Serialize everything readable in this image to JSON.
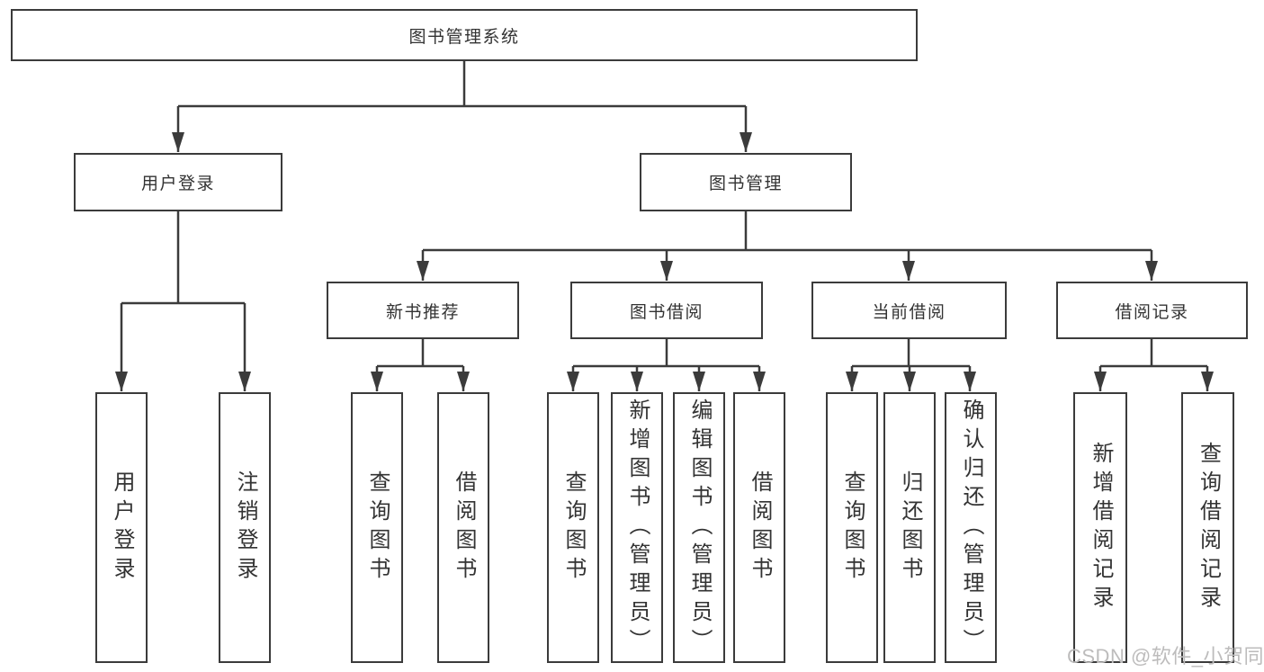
{
  "diagram": {
    "root": "图书管理系统",
    "tree": {
      "user_login": {
        "label": "用户登录",
        "children": {
          "login": "用户登录",
          "logout": "注销登录"
        }
      },
      "book_mgmt": {
        "label": "图书管理",
        "children": {
          "new_book_rec": {
            "label": "新书推荐",
            "children": {
              "query_book": "查询图书",
              "borrow_book": "借阅图书"
            }
          },
          "book_borrow": {
            "label": "图书借阅",
            "children": {
              "query_book": "查询图书",
              "add_book": "新增图书（管理员）",
              "edit_book": "编辑图书（管理员）",
              "borrow_book": "借阅图书"
            }
          },
          "current_borrow": {
            "label": "当前借阅",
            "children": {
              "query_book": "查询图书",
              "return_book": "归还图书",
              "confirm_return": "确认归还（管理员）"
            }
          },
          "borrow_records": {
            "label": "借阅记录",
            "children": {
              "add_record": "新增借阅记录",
              "query_record": "查询借阅记录"
            }
          }
        }
      }
    },
    "colors": {
      "line": "#3b3b3b",
      "text": "#333333",
      "background": "#ffffff",
      "watermark": "#bdbcbc"
    },
    "watermark": "CSDN @软件_小贺同学"
  }
}
